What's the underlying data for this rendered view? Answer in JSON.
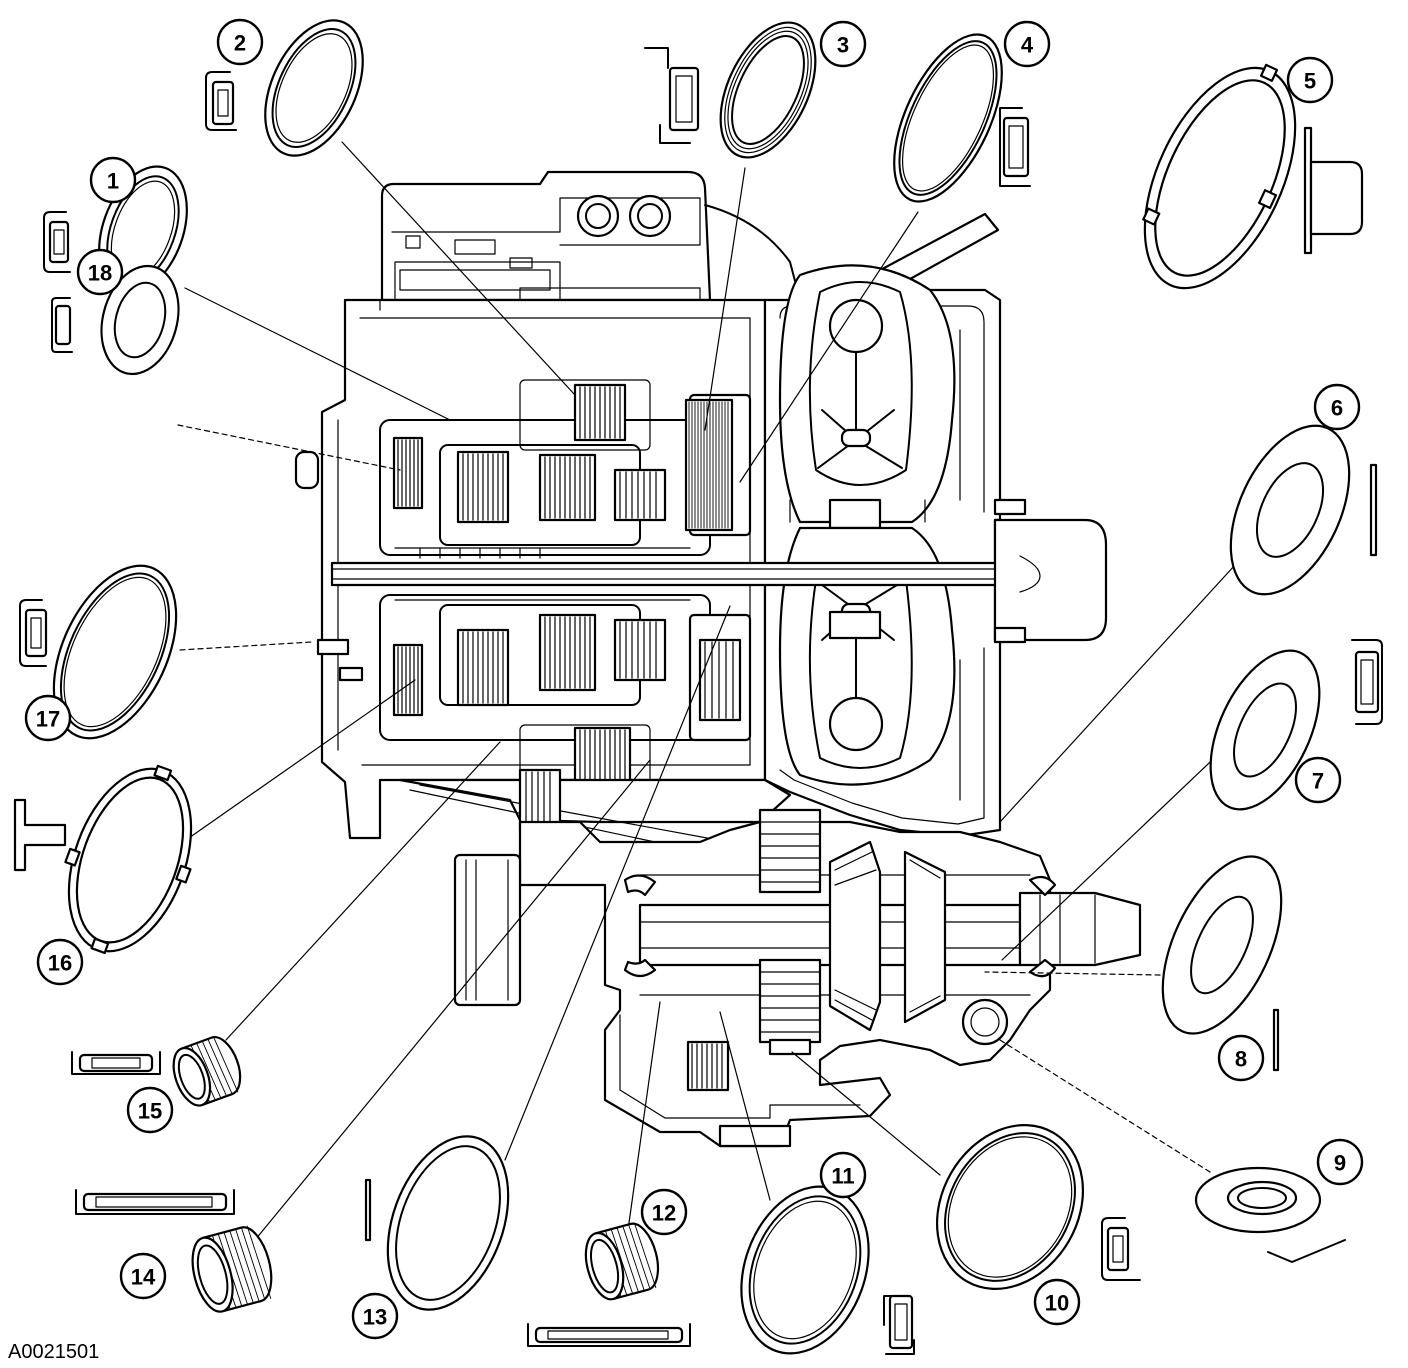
{
  "diagram": {
    "reference_code": "A0021501",
    "callouts": [
      "1",
      "2",
      "3",
      "4",
      "5",
      "6",
      "7",
      "8",
      "9",
      "10",
      "11",
      "12",
      "13",
      "14",
      "15",
      "16",
      "17",
      "18"
    ]
  }
}
